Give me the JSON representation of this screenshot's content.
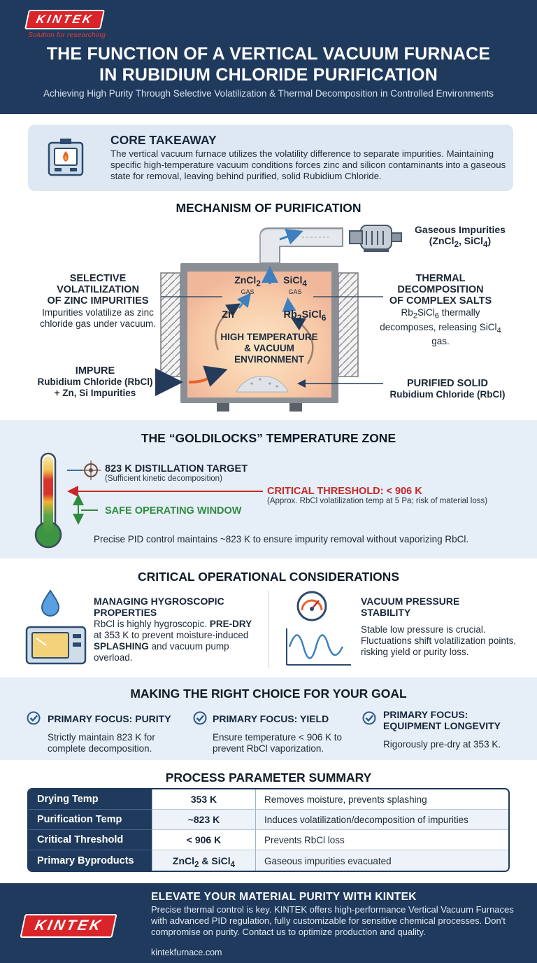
{
  "header": {
    "logo": "KINTEK",
    "logo_tagline": "Solution for researching",
    "title_line1": "THE FUNCTION OF A VERTICAL VACUUM FURNACE",
    "title_line2": "IN RUBIDIUM CHLORIDE PURIFICATION",
    "subtitle": "Achieving High Purity Through Selective Volatilization & Thermal Decomposition in Controlled Environments"
  },
  "core": {
    "title": "CORE TAKEAWAY",
    "text": "The vertical vacuum furnace utilizes the volatility difference to separate impurities. Maintaining specific high-temperature vacuum conditions forces zinc and silicon contaminants into a gaseous state for removal, leaving behind purified, solid Rubidium Chloride."
  },
  "mechanism": {
    "title": "MECHANISM OF PURIFICATION",
    "gaseous_title": "Gaseous Impurities",
    "gaseous_formula_a": "(ZnCl",
    "gaseous_formula_sub_a": "2",
    "gaseous_formula_b": ", SiCl",
    "gaseous_formula_sub_b": "4",
    "gaseous_formula_c": ")",
    "left_title_1": "SELECTIVE",
    "left_title_2": "VOLATILIZATION",
    "left_title_3": "OF ZINC IMPURITIES",
    "left_text": "Impurities volatilize as zinc chloride gas under vacuum.",
    "impure_title": "IMPURE",
    "impure_line1": "Rubidium Chloride (RbCl)",
    "impure_line2": "+ Zn, Si Impurities",
    "right_title_1": "THERMAL",
    "right_title_2": "DECOMPOSITION",
    "right_title_3": "OF COMPLEX SALTS",
    "right_text_a": "Rb",
    "right_text_sub_a": "2",
    "right_text_b": "SiCl",
    "right_text_sub_b": "6",
    "right_text_c": " thermally decomposes, releasing SiCl",
    "right_text_sub_c": "4",
    "right_text_d": " gas.",
    "purified_title": "PURIFIED SOLID",
    "purified_line": "Rubidium Chloride (RbCl)",
    "zncl_a": "ZnCl",
    "zncl_sub": "2",
    "gas_label": "GAS",
    "sicl_a": "SiCl",
    "sicl_sub": "4",
    "zn": "Zn",
    "rb_a": "Rb",
    "rb_sub_a": "2",
    "rb_b": "SiCl",
    "rb_sub_b": "6",
    "env_1": "HIGH TEMPERATURE",
    "env_2": "& VACUUM",
    "env_3": "ENVIRONMENT"
  },
  "goldilocks": {
    "title": "THE “GOLDILOCKS” TEMPERATURE ZONE",
    "target": "823 K DISTILLATION TARGET",
    "target_note": "(Sufficient kinetic decomposition)",
    "critical": "CRITICAL THRESHOLD: < 906 K",
    "critical_note": "(Approx. RbCl volatilization temp at 5 Pa; risk of material loss)",
    "safe": "SAFE OPERATING WINDOW",
    "footer": "Precise PID control maintains ~823 K to ensure impurity removal without vaporizing RbCl."
  },
  "considerations": {
    "title": "CRITICAL OPERATIONAL CONSIDERATIONS",
    "left_title_1": "MANAGING HYGROSCOPIC",
    "left_title_2": "PROPERTIES",
    "left_text_a": "RbCl is highly hygroscopic. ",
    "left_text_b": "PRE-DRY",
    "left_text_c": " at 353 K to prevent moisture-induced ",
    "left_text_d": "SPLASHING",
    "left_text_e": " and vacuum pump overload.",
    "right_title_1": "VACUUM PRESSURE",
    "right_title_2": "STABILITY",
    "right_text": "Stable low pressure is crucial. Fluctuations shift volatilization points, risking yield or purity loss."
  },
  "choice": {
    "title": "MAKING THE RIGHT CHOICE FOR YOUR GOAL",
    "items": [
      {
        "title": "PRIMARY FOCUS: PURITY",
        "text": "Strictly maintain 823 K for complete decomposition."
      },
      {
        "title": "PRIMARY FOCUS: YIELD",
        "text": "Ensure temperature < 906 K to prevent RbCl vaporization."
      },
      {
        "title_1": "PRIMARY FOCUS:",
        "title_2": "EQUIPMENT LONGEVITY",
        "text": "Rigorously pre-dry at 353 K."
      }
    ]
  },
  "summary": {
    "title": "PROCESS PARAMETER SUMMARY",
    "rows": [
      {
        "param": "Drying Temp",
        "value": "353 K",
        "desc": "Removes moisture, prevents splashing"
      },
      {
        "param": "Purification Temp",
        "value": "~823 K",
        "desc": "Induces volatilization/decomposition of impurities"
      },
      {
        "param": "Critical Threshold",
        "value": "< 906 K",
        "desc": "Prevents RbCl loss"
      },
      {
        "param": "Primary Byproducts",
        "value_a": "ZnCl",
        "value_sub_a": "2",
        "value_b": " & SiCl",
        "value_sub_b": "4",
        "desc": "Gaseous impurities evacuated"
      }
    ]
  },
  "footer": {
    "logo": "KINTEK",
    "title": "ELEVATE YOUR MATERIAL PURITY WITH KINTEK",
    "text": "Precise thermal control is key. KINTEK offers high-performance Vertical Vacuum Furnaces with advanced PID regulation, fully customizable for sensitive chemical processes. Don't compromise on purity. Contact us to optimize production and quality.",
    "url": "kintekfurnace.com"
  },
  "colors": {
    "navy": "#1f3a5c",
    "brand_red": "#d9252a",
    "critical_red": "#c62828",
    "safe_green": "#2e8b3e"
  }
}
